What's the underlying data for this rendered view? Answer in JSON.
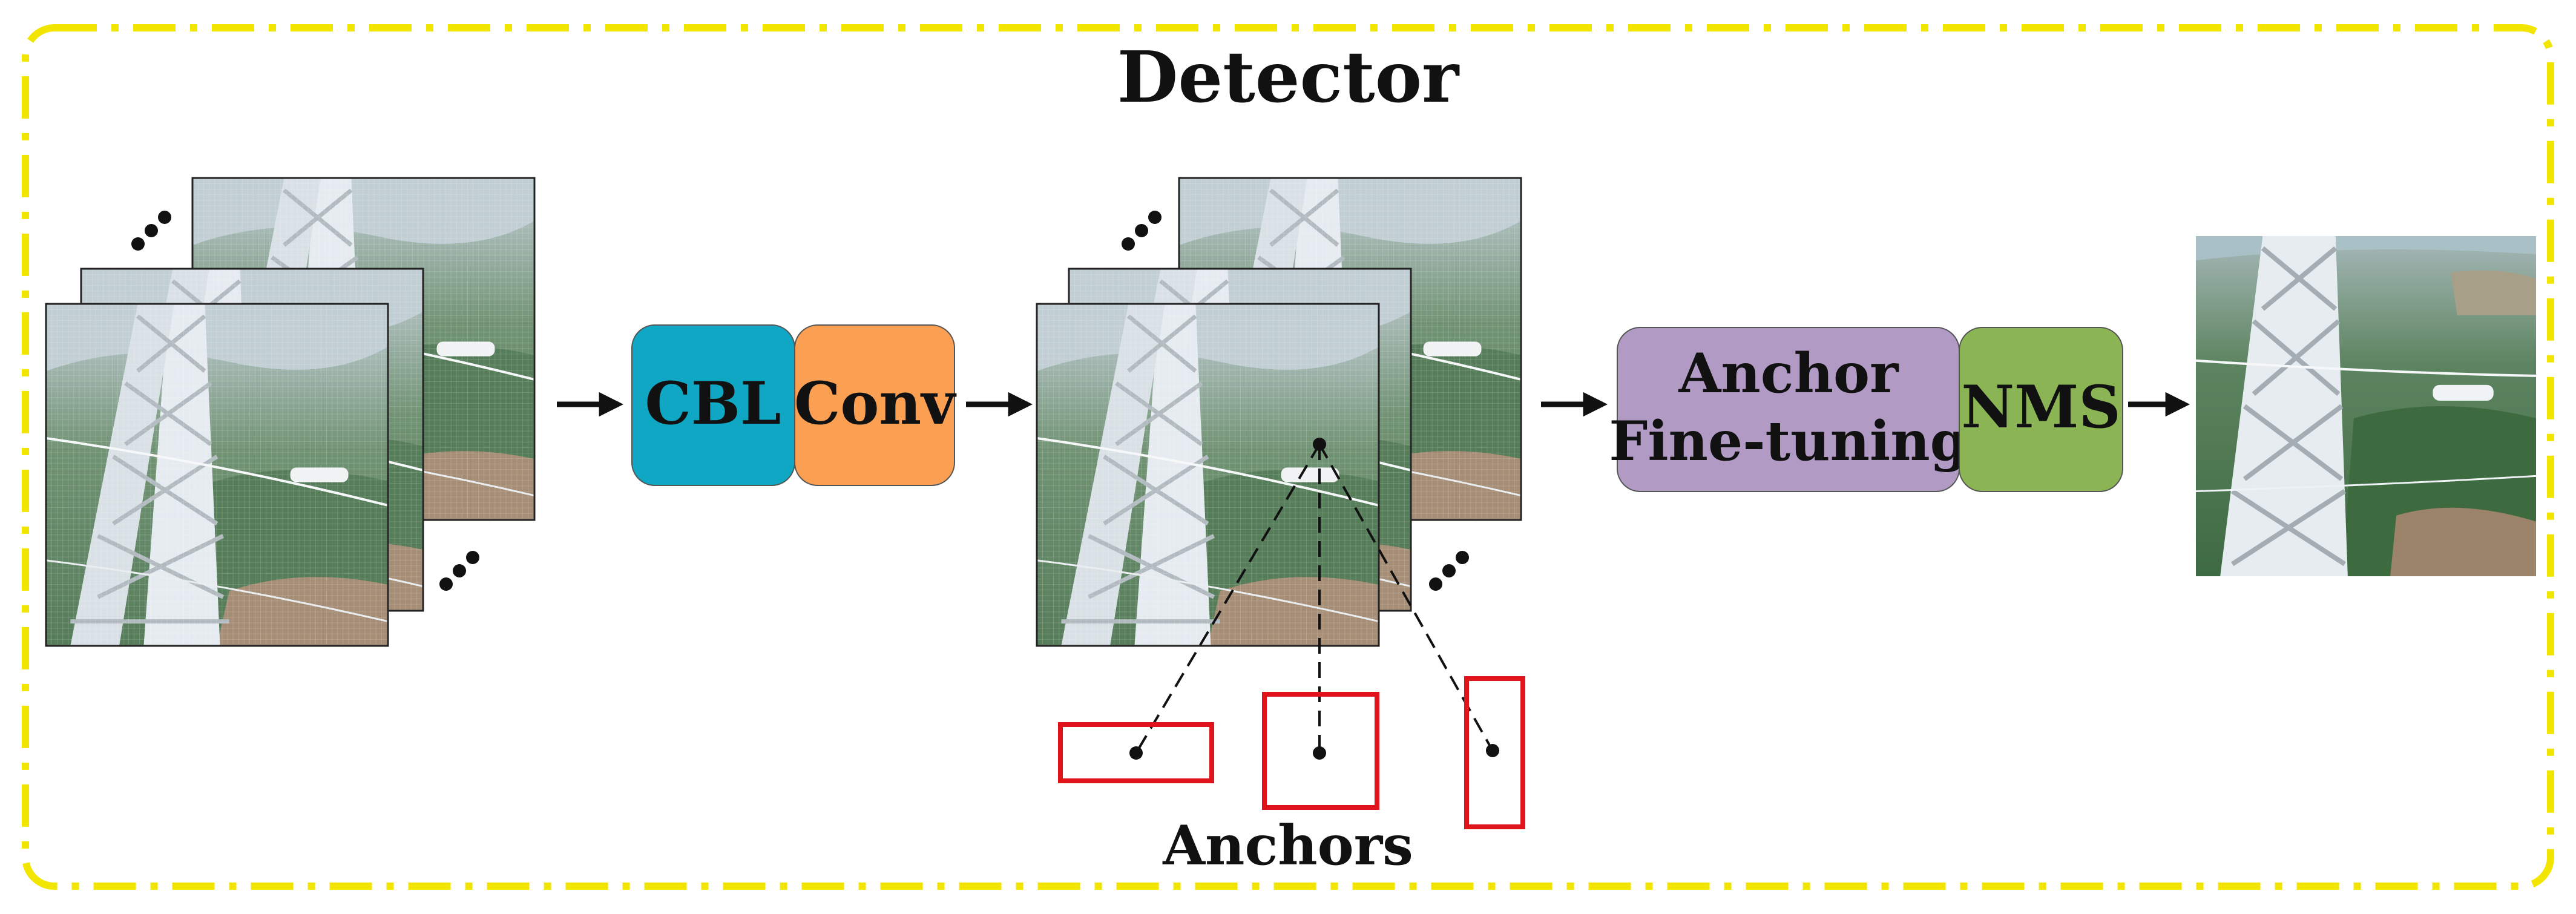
{
  "title": "Detector",
  "blocks": {
    "cbl": "CBL",
    "conv": "Conv",
    "anchor_line1": "Anchor",
    "anchor_line2": "Fine-tuning",
    "nms": "NMS"
  },
  "anchors_label": "Anchors",
  "colors": {
    "border": "#f2e600",
    "cbl": "#0fa7c4",
    "conv": "#fb9f52",
    "anchor": "#b19bc5",
    "nms": "#8bb554",
    "anchor_box": "#e0141b",
    "sky": "#b9c8cf",
    "forest": "#4f7750",
    "tower": "#e2e9ee"
  },
  "icons": {
    "arrow": "arrow-right-icon",
    "ellipsis": "ellipsis-diagonal-icon",
    "dot": "center-dot-icon"
  }
}
